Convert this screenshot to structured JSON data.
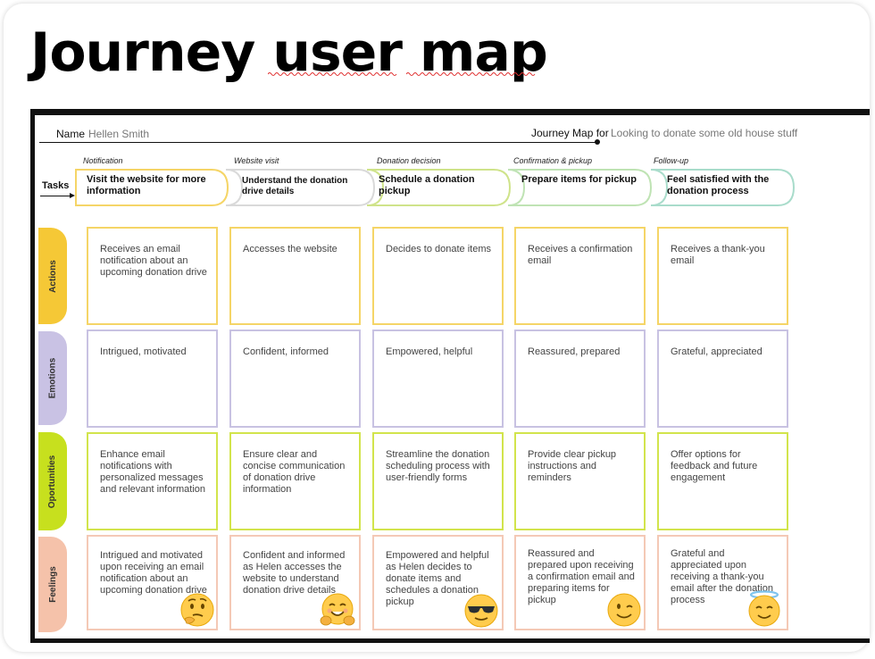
{
  "title": "Journey user map",
  "persona": {
    "name_label": "Name",
    "name": "Hellen Smith"
  },
  "journey": {
    "label": "Journey Map for",
    "goal": "Looking to donate some old house stuff"
  },
  "tasks_label": "Tasks",
  "stages": [
    {
      "label": "Notification",
      "task": "Visit the website for more information"
    },
    {
      "label": "Website visit",
      "task": "Understand the donation drive details"
    },
    {
      "label": "Donation decision",
      "task": "Schedule a donation pickup"
    },
    {
      "label": "Confirmation & pickup",
      "task": "Prepare items for pickup"
    },
    {
      "label": "Follow-up",
      "task": "Feel satisfied with the donation process"
    }
  ],
  "lanes": [
    {
      "label": "Actions",
      "color": "#F5C836",
      "border": "#F5D567",
      "cells": [
        "Receives an email notification about an upcoming donation drive",
        "Accesses the website",
        "Decides to donate items",
        "Receives a confirmation email",
        "Receives a thank-you email"
      ]
    },
    {
      "label": "Emotions",
      "color": "#C9C2E4",
      "border": "#C8C2E2",
      "cells": [
        "Intrigued, motivated",
        "Confident, informed",
        "Empowered, helpful",
        "Reassured, prepared",
        "Grateful, appreciated"
      ]
    },
    {
      "label": "Oportunities",
      "color": "#C7E01E",
      "border": "#D2E44C",
      "cells": [
        "Enhance email notifications with personalized messages and relevant information",
        "Ensure clear and concise communication of donation drive information",
        "Streamline the donation scheduling process with user-friendly forms",
        "Provide clear pickup instructions and reminders",
        "Offer options for feedback and future engagement"
      ]
    },
    {
      "label": "Feelings",
      "color": "#F5C2AA",
      "border": "#F4C9B6",
      "cells": [
        "Intrigued and motivated upon receiving an email notification about an upcoming donation drive",
        "Confident and informed as Helen accesses the website to understand donation drive details",
        "Empowered and helpful as Helen decides to donate items and schedules a donation pickup",
        "Reassured and prepared upon receiving a confirmation email and preparing items for pickup",
        "Grateful and appreciated upon receiving a thank-you email after the donation process"
      ]
    }
  ],
  "feeling_icons": [
    "thinking-face-icon",
    "hugging-face-icon",
    "sunglasses-face-icon",
    "winking-face-icon",
    "halo-face-icon"
  ],
  "task_colors": [
    "#F5D567",
    "#D9D9D9",
    "#CFE38A",
    "#BFE3B4",
    "#A9DCCB"
  ]
}
